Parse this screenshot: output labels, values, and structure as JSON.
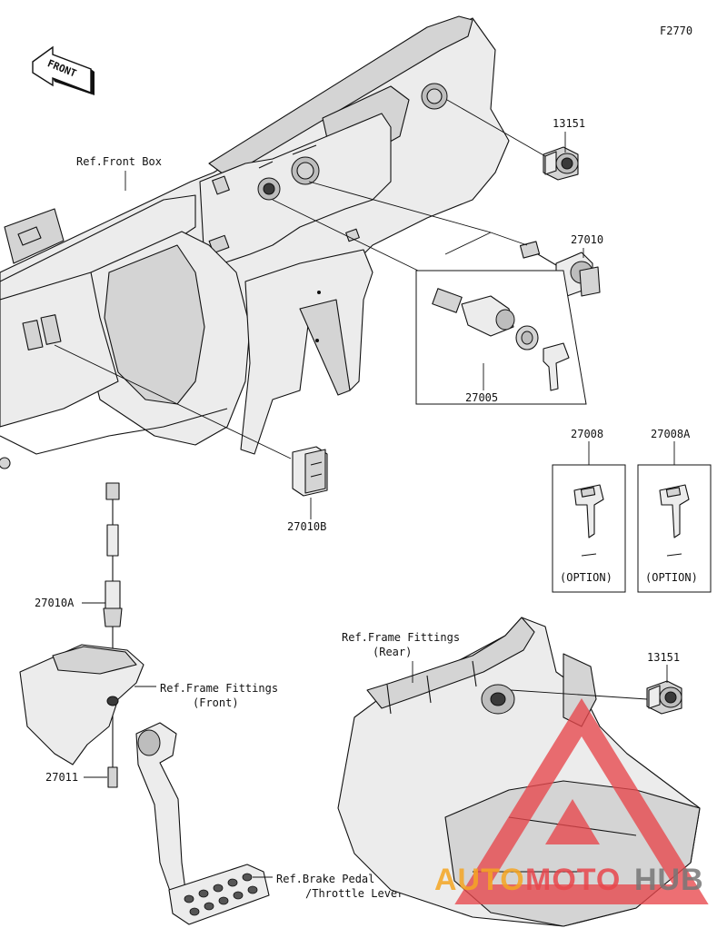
{
  "figure_code": "F2770",
  "front_arrow": "FRONT",
  "labels": {
    "p13151_top": "13151",
    "p27010": "27010",
    "p27005": "27005",
    "p27008": "27008",
    "p27008A": "27008A",
    "p27010B": "27010B",
    "p27010A": "27010A",
    "p27011": "27011",
    "p13151_bottom": "13151"
  },
  "option_boxes": [
    {
      "part": "27008",
      "note": "(OPTION)"
    },
    {
      "part": "27008A",
      "note": "(OPTION)"
    }
  ],
  "references": {
    "front_box": "Ref.Front Box",
    "frame_front_l1": "Ref.Frame Fittings",
    "frame_front_l2": "(Front)",
    "frame_rear_l1": "Ref.Frame Fittings",
    "frame_rear_l2": "(Rear)",
    "brake_l1": "Ref.Brake Pedal",
    "brake_l2": "/Throttle Lever"
  },
  "watermark": {
    "part1": "AUTO",
    "part2": "MOTO",
    "part3": "HUB",
    "colors": {
      "orange": "#f5a623",
      "red": "#e8474c",
      "gray": "#777777"
    }
  }
}
